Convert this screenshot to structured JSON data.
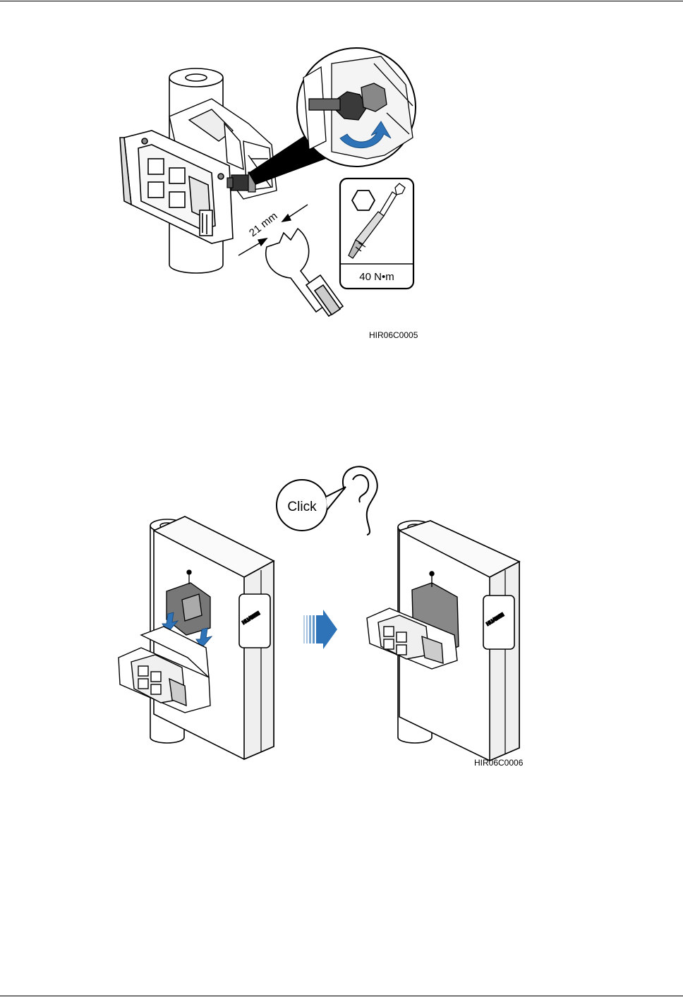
{
  "figure1": {
    "id": "HIR06C0005",
    "wrench_size": "21 mm",
    "torque": "40 N•m",
    "icons": [
      "pole-icon",
      "bracket-icon",
      "hex-nut-icon",
      "torque-wrench-icon",
      "open-end-wrench-icon",
      "rotate-arrow-icon"
    ]
  },
  "figure2": {
    "id": "HIR06C0006",
    "click_label": "Click",
    "logo_text": "HUAWEI",
    "icons": [
      "ear-icon",
      "down-arrow-icon",
      "right-arrow-icon",
      "device-housing-icon"
    ]
  }
}
